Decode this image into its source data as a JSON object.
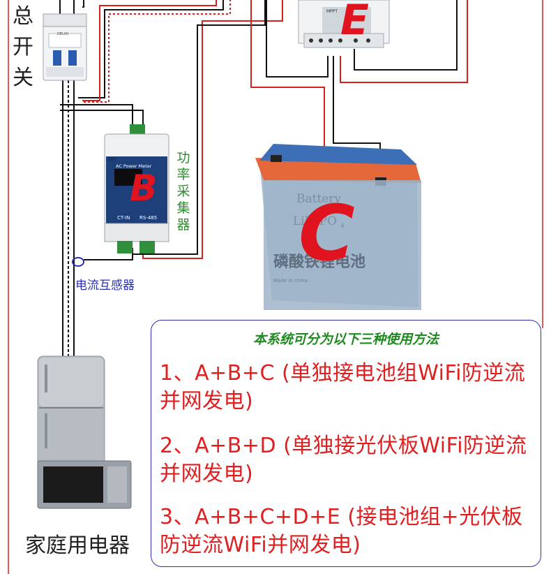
{
  "labels": {
    "main_switch": [
      "总",
      "开",
      "关"
    ],
    "power_collector": [
      "功",
      "率",
      "采",
      "集",
      "器"
    ],
    "current_transformer": "电流互感器",
    "appliances": "家庭用电器"
  },
  "devices": {
    "breaker_brand": "DELIXI",
    "meter_uin": "Uin",
    "meter_title": "AC Power Meter",
    "meter_ct": "CT-IN",
    "meter_rs": "RS-485",
    "meter_letter": "B",
    "inverter_letter": "E",
    "inverter_model": "MPPT",
    "battery_text1": "Battery",
    "battery_text2": "LiFePO",
    "battery_sub": "4",
    "battery_cn": "磷酸铁锂电池",
    "battery_made": "Made in china",
    "battery_letter": "C"
  },
  "panel": {
    "title": "本系统可分为以下三种使用方法",
    "options": [
      "1、A+B+C (单独接电池组WiFi防逆流并网发电)",
      "2、A+B+D (单独接光伏板WiFi防逆流并网发电)",
      "3、A+B+C+D+E (接电池组+光伏板防逆流WiFi并网发电)"
    ]
  },
  "colors": {
    "red": "#e0141e",
    "green": "#2e8b2e",
    "blue": "#2b2fb0",
    "wire_black": "#111111",
    "wire_red": "#d42020"
  }
}
